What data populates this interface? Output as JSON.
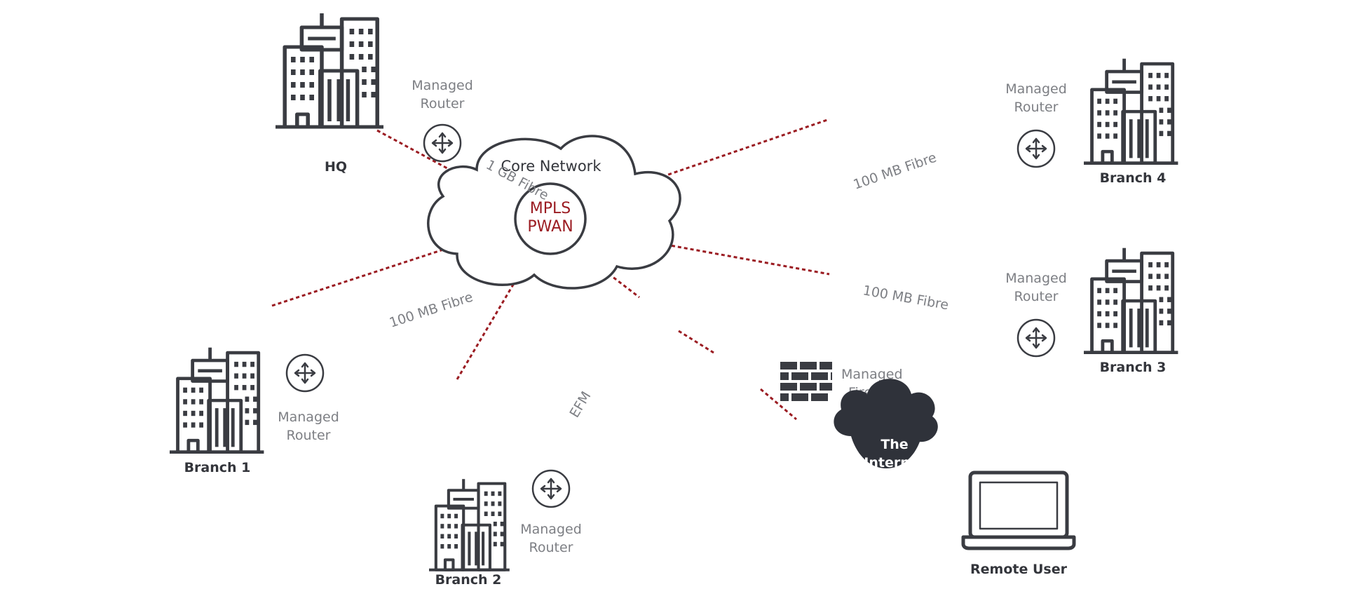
{
  "core": {
    "title": "Core Network",
    "hub_line1": "MPLS",
    "hub_line2": "PWAN"
  },
  "sites": {
    "hq": {
      "name": "HQ",
      "router": [
        "Managed",
        "Router"
      ],
      "link": "1 GB Fibre"
    },
    "branch1": {
      "name": "Branch 1",
      "router": [
        "Managed",
        "Router"
      ],
      "link": "100 MB Fibre"
    },
    "branch2": {
      "name": "Branch 2",
      "router": [
        "Managed",
        "Router"
      ],
      "link": "EFM"
    },
    "branch3": {
      "name": "Branch 3",
      "router": [
        "Managed",
        "Router"
      ],
      "link": "100 MB Fibre"
    },
    "branch4": {
      "name": "Branch 4",
      "router": [
        "Managed",
        "Router"
      ],
      "link": "100 MB Fibre"
    }
  },
  "firewall": {
    "label": [
      "Managed",
      "Firewall"
    ]
  },
  "internet": {
    "line1": "The",
    "line2": "Internet"
  },
  "remote": {
    "name": "Remote User"
  },
  "colors": {
    "link": "#9b1c22",
    "icon": "#3a3c42",
    "label": "#7d7f84",
    "internet_cloud": "#2f323a"
  }
}
